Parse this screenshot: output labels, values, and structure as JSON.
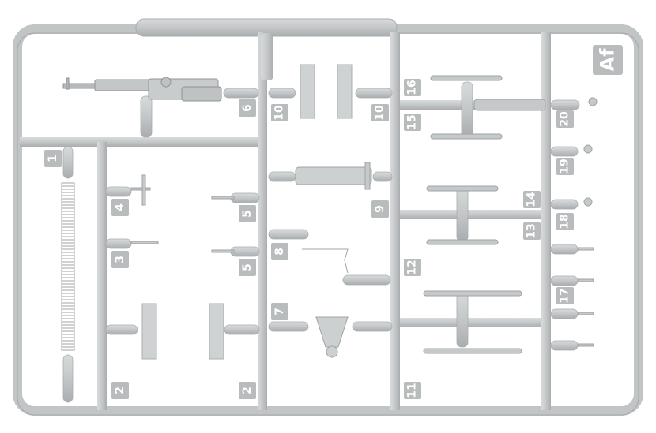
{
  "sprue": {
    "code": "Af",
    "colors": {
      "plastic": "#c6c9ca",
      "plastic_dark": "#9fa3a5",
      "tag": "#b9bcbd",
      "tag_text": "#ffffff"
    },
    "part_numbers": [
      "6",
      "10",
      "10",
      "16",
      "15",
      "20",
      "1",
      "4",
      "5",
      "3",
      "5",
      "8",
      "9",
      "19",
      "14",
      "13",
      "18",
      "12",
      "17",
      "7",
      "2",
      "2",
      "11"
    ]
  }
}
